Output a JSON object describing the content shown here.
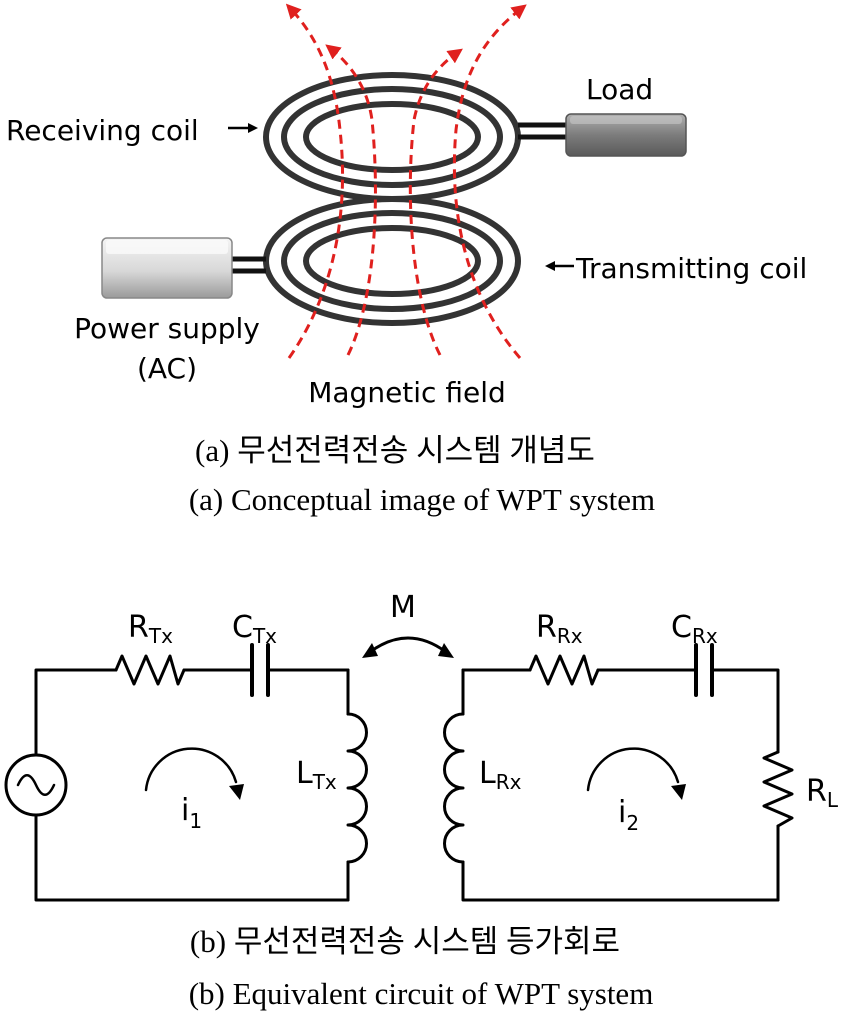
{
  "figure_a": {
    "labels": {
      "receiving_coil": "Receiving coil",
      "load": "Load",
      "transmitting_coil": "Transmitting coil",
      "power_supply_line1": "Power supply",
      "power_supply_line2": "(AC)",
      "magnetic_field": "Magnetic field"
    },
    "caption_ko": "(a) 무선전력전송 시스템 개념도",
    "caption_en": "(a) Conceptual image of WPT system",
    "colors": {
      "coil": "#333333",
      "field_lines": "#e0201e",
      "box_light": "#e6e6e6",
      "box_dark": "#8a8a8a"
    }
  },
  "figure_b": {
    "labels": {
      "r_tx": "R",
      "r_tx_sub": "Tx",
      "c_tx": "C",
      "c_tx_sub": "Tx",
      "m": "M",
      "r_rx": "R",
      "r_rx_sub": "Rx",
      "c_rx": "C",
      "c_rx_sub": "Rx",
      "l_tx": "L",
      "l_tx_sub": "Tx",
      "l_rx": "L",
      "l_rx_sub": "Rx",
      "r_l": "R",
      "r_l_sub": "L",
      "i1": "i",
      "i1_sub": "1",
      "i2": "i",
      "i2_sub": "2"
    },
    "caption_ko": "(b) 무선전력전송 시스템 등가회로",
    "caption_en": "(b) Equivalent circuit of WPT system"
  }
}
